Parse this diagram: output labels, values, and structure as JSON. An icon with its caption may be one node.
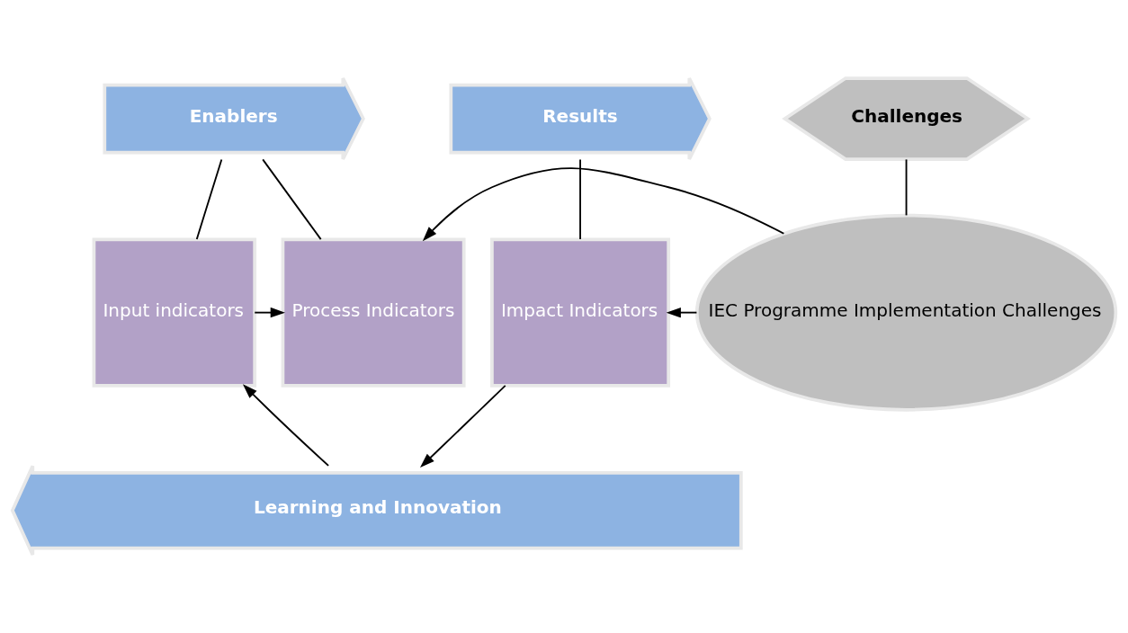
{
  "diagram": {
    "nodes": [
      {
        "text": [
          "Enablers"
        ]
      },
      {
        "text": [
          "Challenges"
        ]
      },
      {
        "text": [
          "Results"
        ]
      },
      {
        "text": [
          "Input indicators"
        ]
      },
      {
        "text": [
          "Process Indicators"
        ]
      },
      {
        "text": [
          "IEC Programme Implementation Challenges"
        ]
      },
      {
        "text": [
          "Impact Indicators"
        ]
      },
      {
        "text": [
          "Learning and Innovation"
        ]
      }
    ],
    "edges": [
      {
        "from": 0,
        "to": 3,
        "arrow": "none"
      },
      {
        "from": 0,
        "to": 4,
        "arrow": "none"
      },
      {
        "from": 1,
        "to": 5,
        "arrow": "none"
      },
      {
        "from": 2,
        "to": 6,
        "arrow": "none"
      },
      {
        "from": 3,
        "to": 4,
        "arrow": "to"
      },
      {
        "from": 5,
        "to": 4,
        "arrow": "to"
      },
      {
        "from": 5,
        "to": 6,
        "arrow": "to"
      },
      {
        "from": 6,
        "to": 7,
        "arrow": "to"
      },
      {
        "from": 7,
        "to": 3,
        "arrow": "to"
      }
    ]
  }
}
